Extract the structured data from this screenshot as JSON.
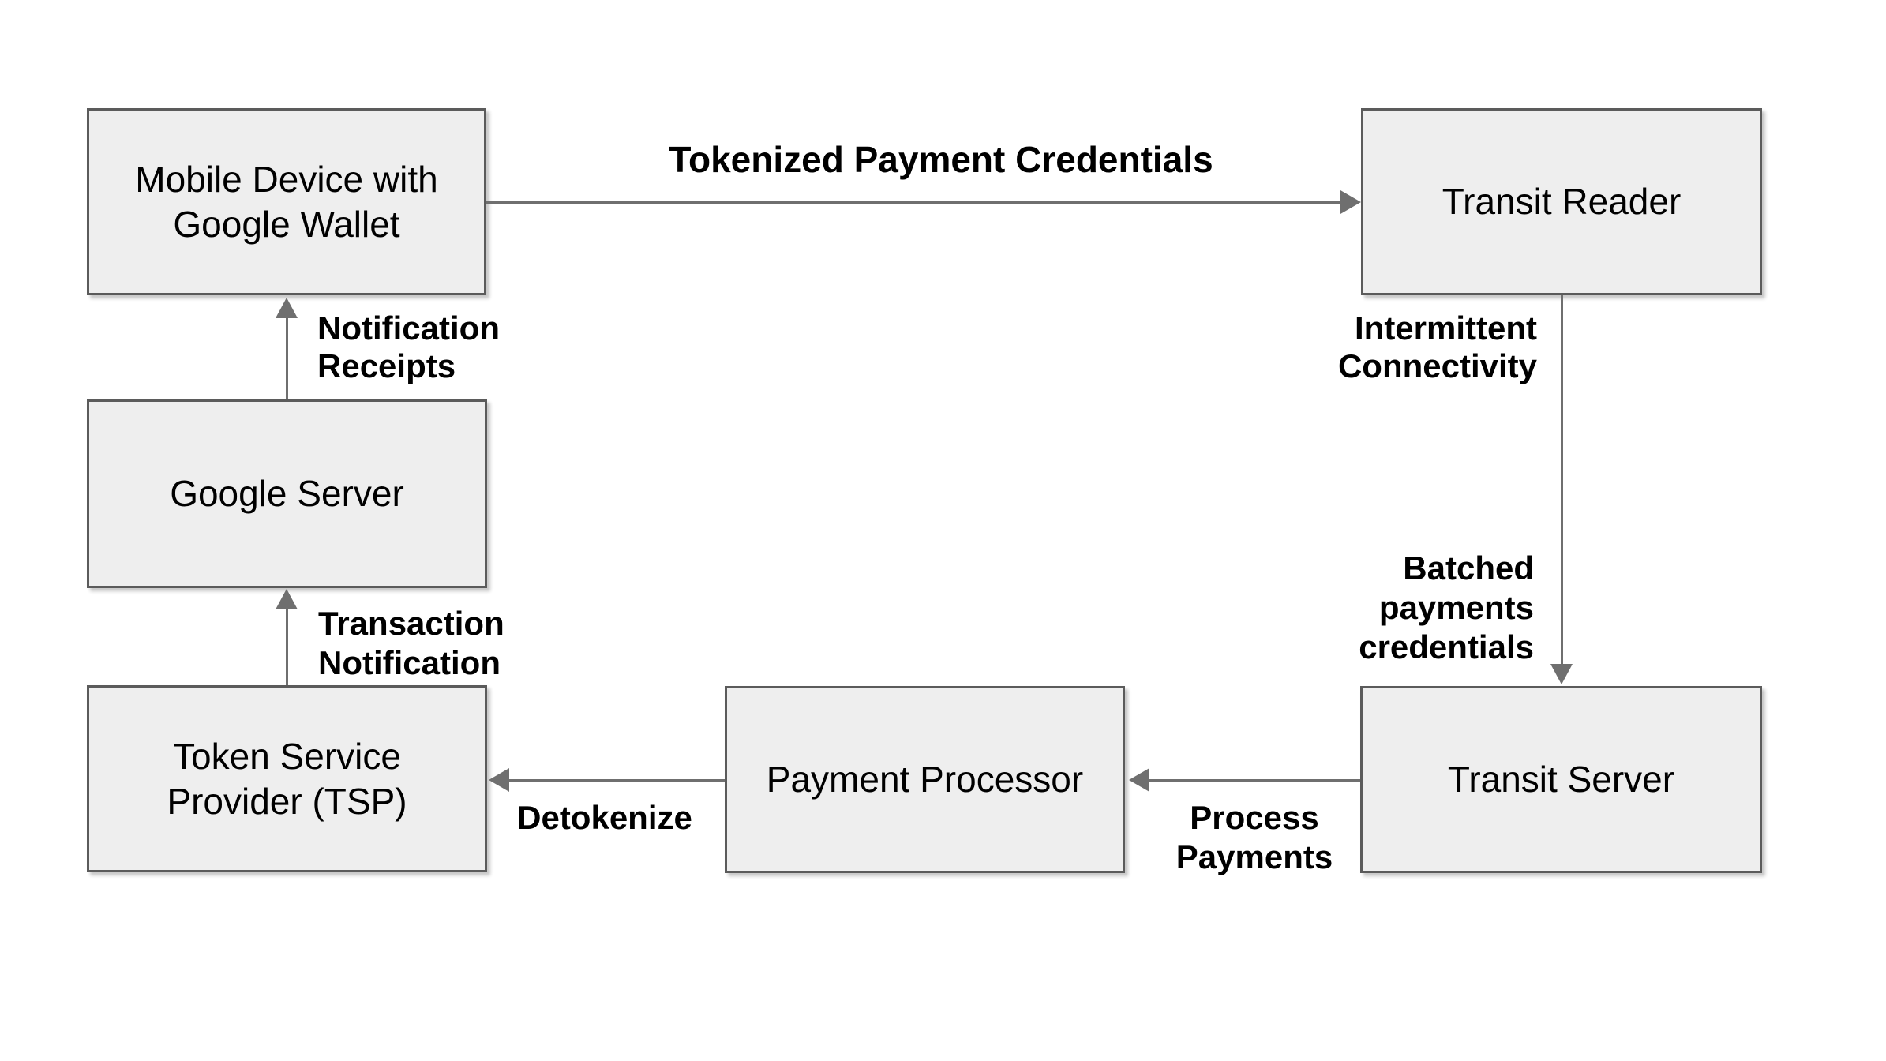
{
  "diagram": {
    "background_color": "#ffffff",
    "box_fill_color": "#eeeeee",
    "box_border_color": "#5b5b5b",
    "arrow_color": "#6f6f6f",
    "text_color": "#000000",
    "nodes": [
      {
        "id": "mobile-device",
        "label": "Mobile Device with\nGoogle Wallet"
      },
      {
        "id": "transit-reader",
        "label": "Transit Reader"
      },
      {
        "id": "google-server",
        "label": "Google Server"
      },
      {
        "id": "token-service-provider",
        "label": "Token Service\nProvider (TSP)"
      },
      {
        "id": "payment-processor",
        "label": "Payment Processor"
      },
      {
        "id": "transit-server",
        "label": "Transit Server"
      }
    ],
    "edges": [
      {
        "from": "mobile-device",
        "to": "transit-reader",
        "direction": "right",
        "label": "Tokenized Payment Credentials"
      },
      {
        "from": "transit-reader",
        "to": "transit-server",
        "direction": "down",
        "labels": [
          "Intermittent\nConnectivity",
          "Batched\npayments\ncredentials"
        ]
      },
      {
        "from": "transit-server",
        "to": "payment-processor",
        "direction": "left",
        "label": "Process\nPayments"
      },
      {
        "from": "payment-processor",
        "to": "token-service-provider",
        "direction": "left",
        "label": "Detokenize"
      },
      {
        "from": "token-service-provider",
        "to": "google-server",
        "direction": "up",
        "label": "Transaction\nNotification"
      },
      {
        "from": "google-server",
        "to": "mobile-device",
        "direction": "up",
        "label": "Notification\nReceipts"
      }
    ]
  }
}
